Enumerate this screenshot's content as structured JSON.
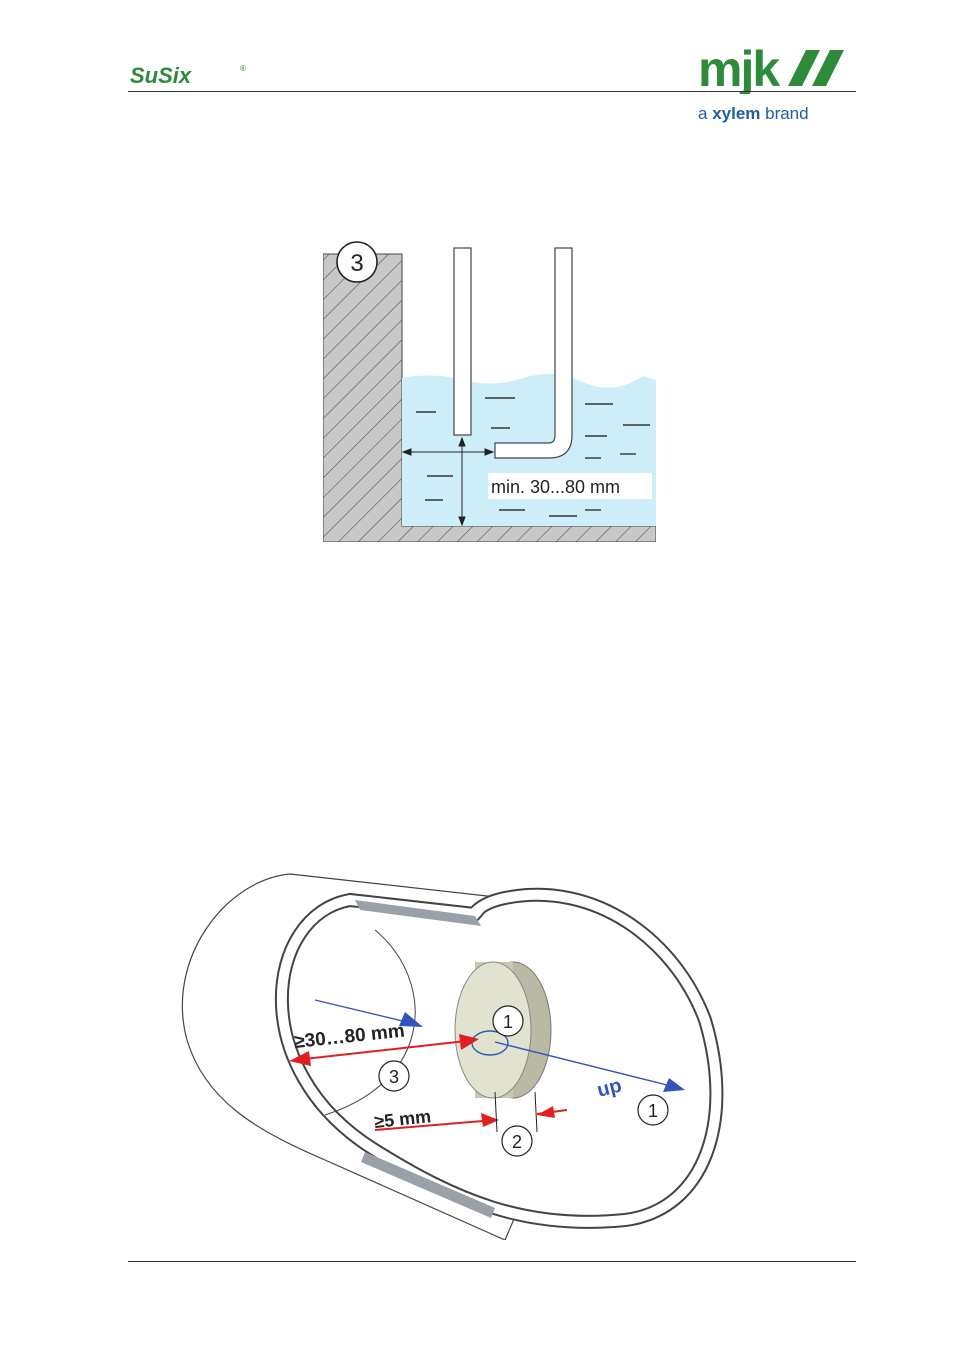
{
  "header": {
    "product_logo_text": "SuSix",
    "product_logo_mark": "®",
    "company_logo_text": "mjk",
    "tagline": {
      "prefix": "a ",
      "brand": "xylem",
      "suffix": " brand"
    }
  },
  "figure_top": {
    "callout_number": "3",
    "dimension_label": "min. 30...80 mm"
  },
  "figure_bottom": {
    "dim_distance_label": "≥30…80 mm",
    "dim_offset_label": "≥5 mm",
    "direction_label": "up",
    "callouts": [
      "1",
      "2",
      "3",
      "1"
    ]
  },
  "colors": {
    "brand_green": "#2e8b3a",
    "brand_blue": "#1d5fa6",
    "water": "#cdeef8",
    "arrow_red": "#e02020",
    "arrow_blue": "#3355bb"
  }
}
